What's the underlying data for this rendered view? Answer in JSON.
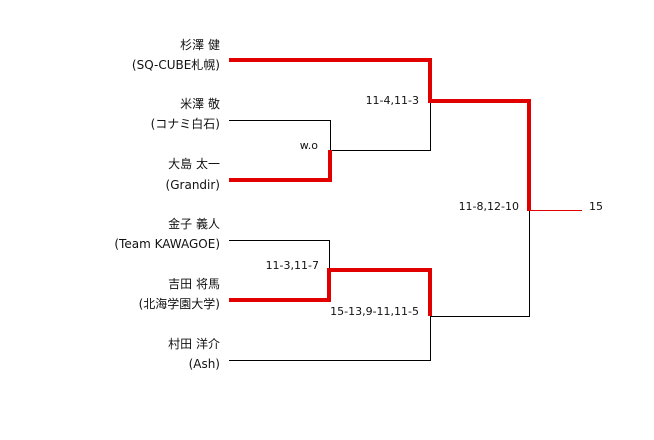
{
  "players": [
    {
      "name": "杉澤 健",
      "team": "(SQ-CUBE札幌)"
    },
    {
      "name": "米澤 敬",
      "team": "(コナミ白石)"
    },
    {
      "name": "大島 太一",
      "team": "(Grandir)"
    },
    {
      "name": "金子 義人",
      "team": "(Team KAWAGOE)"
    },
    {
      "name": "吉田 将馬",
      "team": "(北海学園大学)"
    },
    {
      "name": "村田 洋介",
      "team": "(Ash)"
    }
  ],
  "scores": {
    "r1_top": "w.o",
    "r1_bottom": "11-3,11-7",
    "sf_top": "11-4,11-3",
    "sf_bottom": "15-13,9-11,11-5",
    "final": "11-8,12-10",
    "champion_score": "15"
  },
  "colors": {
    "winner_line": "#e00000",
    "line": "#000000",
    "text": "#111111"
  }
}
